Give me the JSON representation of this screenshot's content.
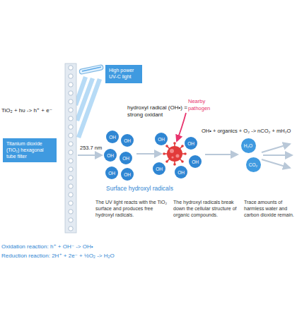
{
  "diagram": {
    "nodes": [
      {
        "text": [
          "Titanium dioxide (TiO₂) hexagonal tube filter"
        ]
      },
      {
        "text": [
          "High power UV-C light"
        ]
      },
      {
        "text": [
          "OH"
        ]
      },
      {
        "text": [
          "OH"
        ]
      },
      {
        "text": [
          "OH"
        ]
      },
      {
        "text": [
          "OH"
        ]
      },
      {
        "text": [
          "OH"
        ]
      },
      {
        "text": [
          "OH"
        ]
      },
      {
        "text": [
          "OH"
        ]
      },
      {
        "text": [
          "OH"
        ]
      },
      {
        "text": [
          "OH"
        ]
      },
      {
        "text": [
          "OH"
        ]
      },
      {
        "text": [
          "OH"
        ]
      },
      {
        "text": [
          "H₂O"
        ]
      },
      {
        "text": [
          "CO₂"
        ]
      }
    ],
    "labels": [
      "TiO₂ + hυ -> h⁺ + e⁻",
      "hydroxyl radical (OH•) = strong oxidant",
      "Nearby pathogen",
      "253.7 nm",
      "Surface hydroxyl radicals",
      "OH• + organics + O₂ -> nCO₂ + mH₂O",
      "The UV light reacts with the TiO₂ surface and produces free hydroxyl radicals.",
      "The hydroxyl radicals break down the cellular structure of organic compounds.",
      "Trace amounts of harmless water and carbon dioxide remain.",
      "Oxidation reaction: h⁺ + OH⁻ -> OH•",
      "Reduction reaction: 2H⁺ + 2e⁻ + ½O₂ -> H₂O"
    ]
  }
}
